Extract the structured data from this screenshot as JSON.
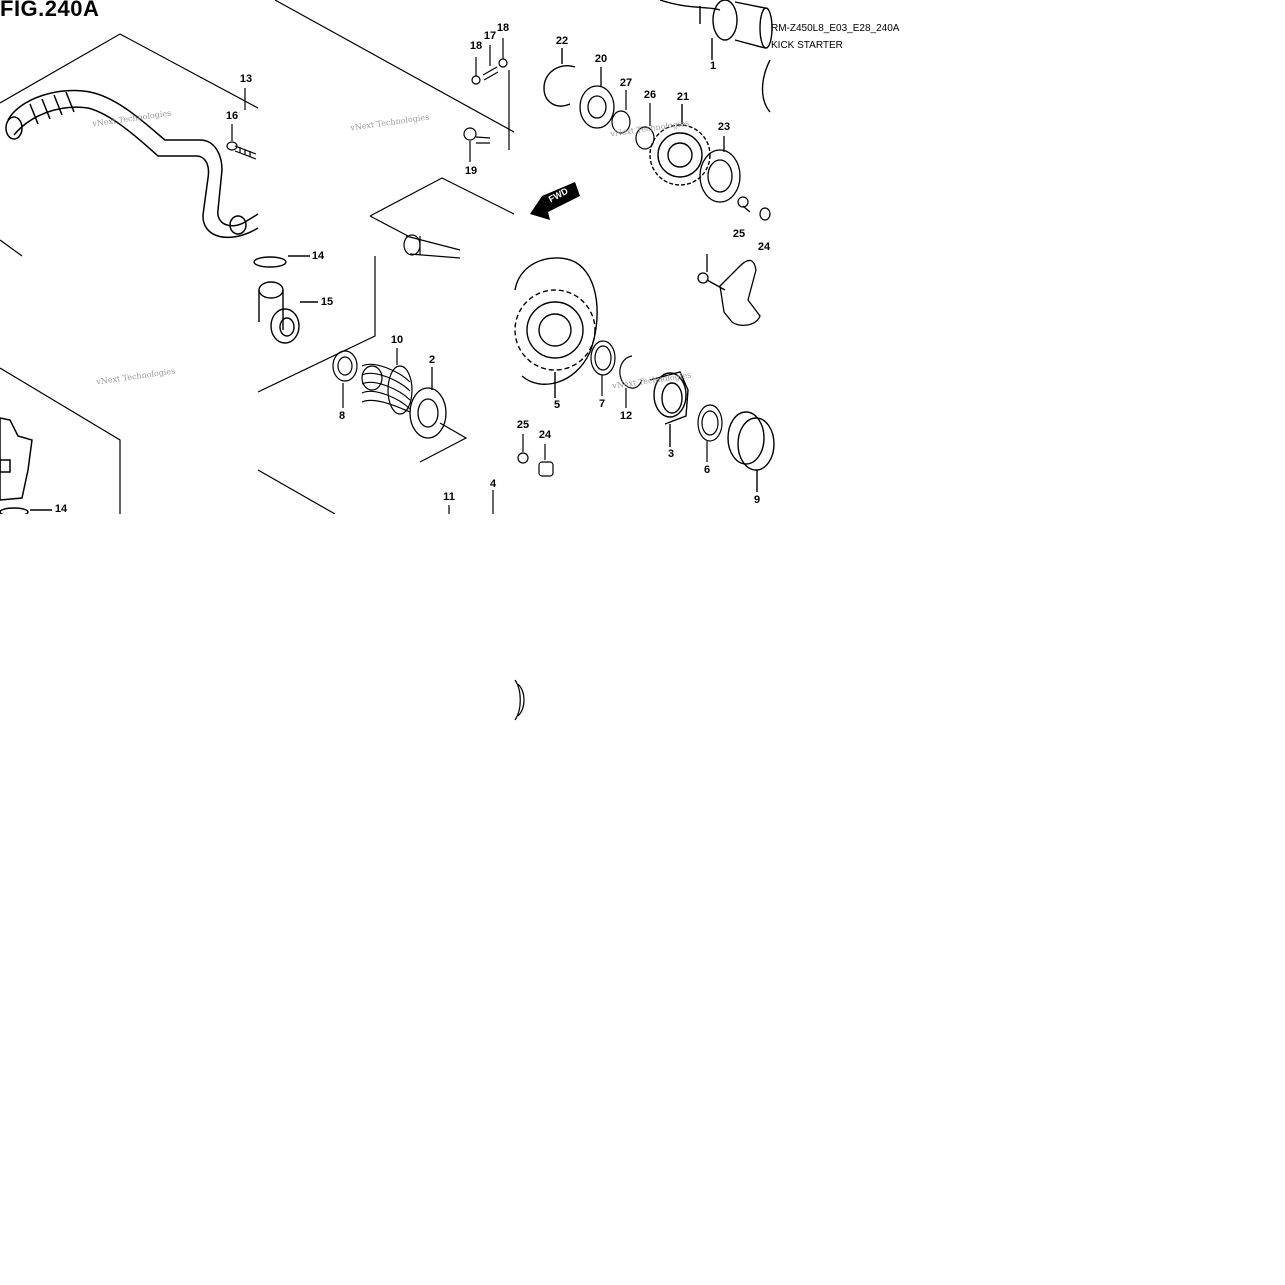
{
  "figure": {
    "title": "FIG.240A",
    "model_code": "RM-Z450L8_E03_E28_240A",
    "section_name": "KICK STARTER"
  },
  "direction_marker": {
    "label": "FWD"
  },
  "watermark": "vNext Technologies",
  "callouts": [
    {
      "id": "c13",
      "label": "13"
    },
    {
      "id": "c16",
      "label": "16"
    },
    {
      "id": "c18a",
      "label": "18"
    },
    {
      "id": "c17",
      "label": "17"
    },
    {
      "id": "c18b",
      "label": "18"
    },
    {
      "id": "c19",
      "label": "19"
    },
    {
      "id": "c22",
      "label": "22"
    },
    {
      "id": "c20",
      "label": "20"
    },
    {
      "id": "c27",
      "label": "27"
    },
    {
      "id": "c26",
      "label": "26"
    },
    {
      "id": "c21",
      "label": "21"
    },
    {
      "id": "c23",
      "label": "23"
    },
    {
      "id": "c1",
      "label": "1"
    },
    {
      "id": "c25a",
      "label": "25"
    },
    {
      "id": "c24a",
      "label": "24"
    },
    {
      "id": "c14a",
      "label": "14"
    },
    {
      "id": "c15",
      "label": "15"
    },
    {
      "id": "c10",
      "label": "10"
    },
    {
      "id": "c2",
      "label": "2"
    },
    {
      "id": "c8",
      "label": "8"
    },
    {
      "id": "c5",
      "label": "5"
    },
    {
      "id": "c7",
      "label": "7"
    },
    {
      "id": "c12",
      "label": "12"
    },
    {
      "id": "c3",
      "label": "3"
    },
    {
      "id": "c6",
      "label": "6"
    },
    {
      "id": "c9",
      "label": "9"
    },
    {
      "id": "c25b",
      "label": "25"
    },
    {
      "id": "c24b",
      "label": "24"
    },
    {
      "id": "c11",
      "label": "11"
    },
    {
      "id": "c4",
      "label": "4"
    },
    {
      "id": "c14b",
      "label": "14"
    }
  ]
}
